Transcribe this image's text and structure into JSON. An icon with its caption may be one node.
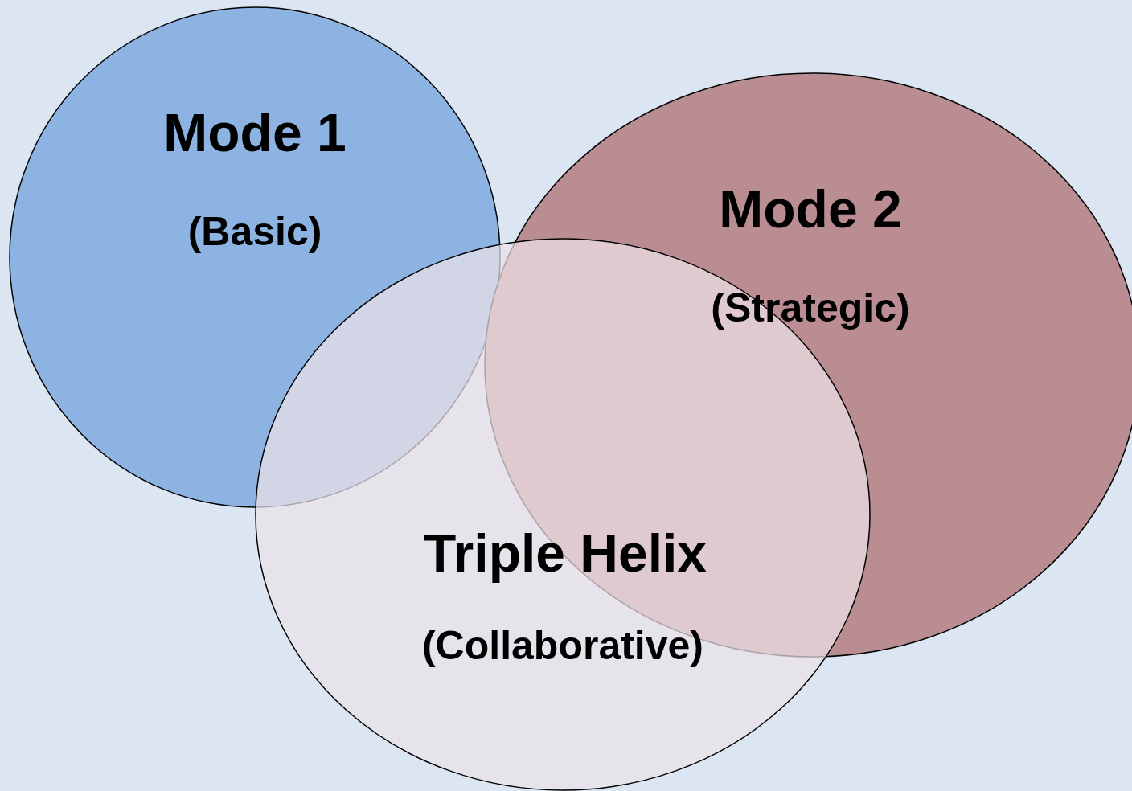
{
  "diagram": {
    "nodes": [
      {
        "text": [
          "Mode 1",
          "(Basic)"
        ]
      },
      {
        "text": [
          "Mode 2",
          "(Strategic)"
        ]
      },
      {
        "text": [
          "Triple Helix",
          "(Collaborative)"
        ]
      }
    ]
  }
}
